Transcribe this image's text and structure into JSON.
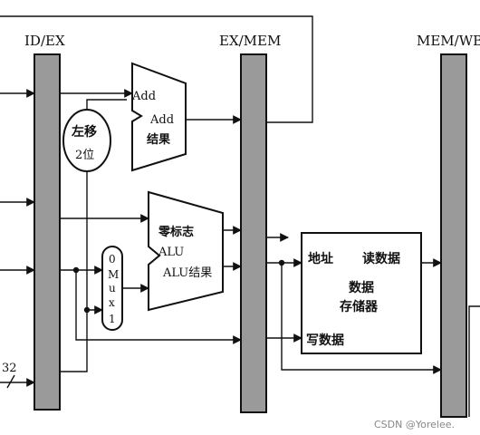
{
  "registers": {
    "id_ex": "ID/EX",
    "ex_mem": "EX/MEM",
    "mem_wb": "MEM/WB"
  },
  "adder": {
    "input_label": "Add",
    "output_label_1": "Add",
    "output_label_2": "结果"
  },
  "shifter": {
    "line1": "左移",
    "line2": "2位"
  },
  "alu": {
    "zero_label": "零标志",
    "name_label": "ALU",
    "result_label": "ALU结果"
  },
  "mux": {
    "chars": [
      "0",
      "M",
      "u",
      "x",
      "1"
    ]
  },
  "memory": {
    "address": "地址",
    "read_data": "读数据",
    "title_line1": "数据",
    "title_line2": "存储器",
    "write_data": "写数据"
  },
  "bus_width": "32",
  "watermark": "CSDN @Yorelee."
}
